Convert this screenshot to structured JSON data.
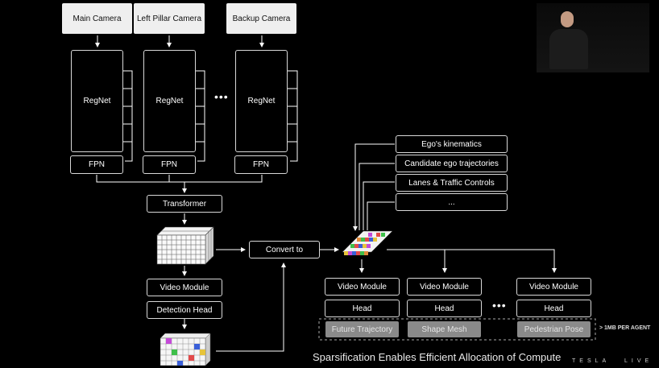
{
  "cameras": [
    "Main Camera",
    "Left Pillar Camera",
    "Backup Camera"
  ],
  "backbone": {
    "regnet": "RegNet",
    "fpn": "FPN",
    "ellipsis": "•••"
  },
  "left_pipeline": {
    "transformer": "Transformer",
    "video_module": "Video Module",
    "detection_head": "Detection Head"
  },
  "convert": "Convert to",
  "context_inputs": [
    "Ego's kinematics",
    "Candidate ego trajectories",
    "Lanes & Traffic Controls",
    "..."
  ],
  "agents": [
    {
      "video": "Video Module",
      "head": "Head",
      "output": "Future Trajectory"
    },
    {
      "video": "Video Module",
      "head": "Head",
      "output": "Shape Mesh"
    },
    {
      "video": "Video Module",
      "head": "Head",
      "output": "Pedestrian Pose"
    }
  ],
  "agents_ellipsis": "•••",
  "per_agent": "> 1MB PER AGENT",
  "caption": "Sparsification Enables Efficient Allocation of Compute",
  "branding": {
    "brand": "TESLA",
    "event": "LIVE"
  },
  "colors": {
    "sparse_cells": [
      "#e24a4a",
      "#3fbf4a",
      "#3a5fd8",
      "#e7c43a",
      "#c44ad8",
      "#e28a3a"
    ]
  }
}
